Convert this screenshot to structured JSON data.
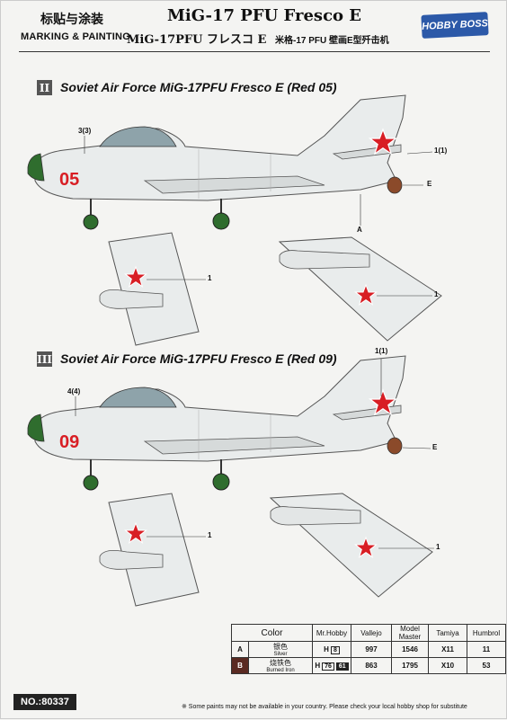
{
  "header": {
    "marking_cn": "标贴与涂装",
    "marking_en": "MARKING & PAINTING",
    "title": "MiG-17 PFU Fresco E",
    "subtitle_jp": "MiG-17PFU フレスコ E",
    "subtitle_cn": "米格-17 PFU 壁画E型歼击机",
    "logo": "HOBBY BOSS"
  },
  "sections": [
    {
      "numeral": "II",
      "title": "Soviet Air Force MiG-17PFU Fresco E (Red 05)",
      "tail_number": "05",
      "callouts": {
        "upper_left": "3(3)",
        "tail": "1(1)",
        "exhaust": "E",
        "belly": "A",
        "wing_left": "1",
        "wing_right": "1"
      }
    },
    {
      "numeral": "III",
      "title": "Soviet Air Force MiG-17PFU Fresco E (Red 09)",
      "tail_number": "09",
      "callouts": {
        "upper_left": "4(4)",
        "tail": "1(1)",
        "exhaust": "E",
        "wing_left": "1",
        "wing_right": "1"
      }
    }
  ],
  "color_table": {
    "headers": [
      "Color",
      "Mr.Hobby",
      "Vallejo",
      "Model Master",
      "Tamiya",
      "Humbrol"
    ],
    "rows": [
      {
        "key": "A",
        "cn": "银色",
        "en": "Silver",
        "mr_prefix": "H",
        "mr_code": "8",
        "vallejo": "997",
        "model_master": "1546",
        "tamiya": "X11",
        "humbrol": "11",
        "swatch": "#d9d9d9"
      },
      {
        "key": "B",
        "cn": "烧铁色",
        "en": "Burned Iron",
        "mr_prefix": "H",
        "mr_code": "76",
        "mr_code2": "61",
        "vallejo": "863",
        "model_master": "1795",
        "tamiya": "X10",
        "humbrol": "53",
        "swatch": "#5a2a22"
      }
    ]
  },
  "footer": {
    "product_no": "NO.:80337",
    "note": "※ Some paints may not be available in your country. Please check your local hobby shop for substitute"
  },
  "colors": {
    "star_red": "#d81e24",
    "aircraft_silver": "#e9ecec",
    "nose_green": "#2f6d2e",
    "badge": "#555555"
  }
}
